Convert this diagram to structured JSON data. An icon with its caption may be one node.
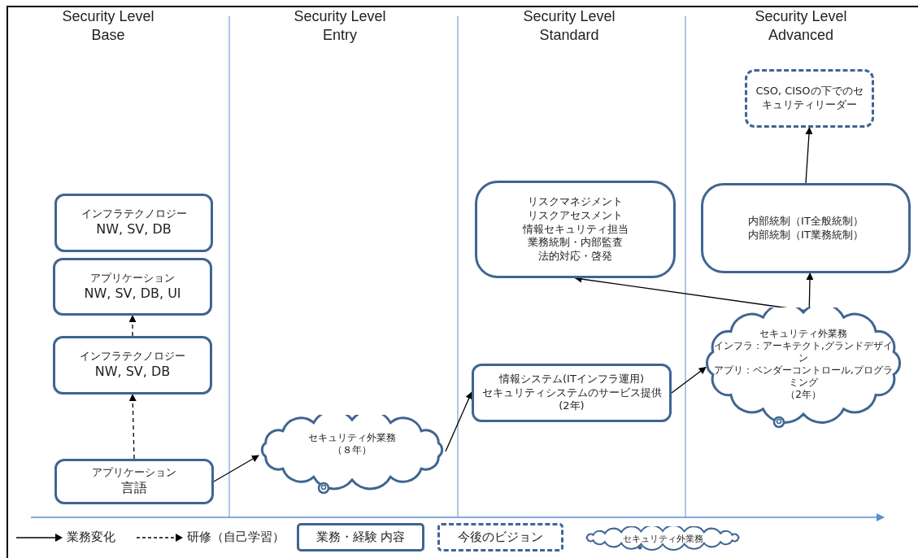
{
  "diagram": {
    "nodes": [
      {
        "text": [
          "インフラテクノロジー",
          "NW, SV, DB"
        ]
      },
      {
        "text": [
          "アプリケーション",
          "NW, SV, DB, UI"
        ]
      },
      {
        "text": [
          "インフラテクノロジー",
          "NW, SV, DB"
        ]
      },
      {
        "text": [
          "アプリケーション",
          "言語"
        ]
      },
      {
        "text": [
          "セキュリティ外業務",
          "（８年）"
        ]
      },
      {
        "text": [
          "情報システム(ITインフラ運用)",
          "セキュリティシステムのサービス提供(2年)"
        ]
      },
      {
        "text": [
          "リスクマネジメント",
          "リスクアセスメント",
          "情報セキュリティ担当",
          "業務統制・内部監査",
          "法的対応・啓発"
        ]
      },
      {
        "text": [
          "セキュリティ外業務",
          "インフラ：アーキテクト,グランドデザイン",
          "アプリ：ベンダーコントロール,プログラミング",
          "（2年）"
        ]
      },
      {
        "text": [
          "内部統制（IT全般統制）",
          "内部統制（IT業務統制）"
        ]
      },
      {
        "text": [
          "CSO, CISOの下でのセキュリティリーダー"
        ]
      }
    ],
    "edges": [
      {
        "from": 3,
        "to": 2,
        "arrow": "to",
        "style": "dashed"
      },
      {
        "from": 2,
        "to": 1,
        "arrow": "to",
        "style": "dashed"
      },
      {
        "from": 3,
        "to": 4,
        "arrow": "to"
      },
      {
        "from": 4,
        "to": 5,
        "arrow": "to"
      },
      {
        "from": 5,
        "to": 7,
        "arrow": "to"
      },
      {
        "from": 7,
        "to": 6,
        "arrow": "to"
      },
      {
        "from": 7,
        "to": 8,
        "arrow": "to"
      },
      {
        "from": 8,
        "to": 9,
        "arrow": "to"
      }
    ],
    "labels": [
      "Security Level Base",
      "Security Level Entry",
      "Security Level Standard",
      "Security Level Advanced"
    ],
    "legend": [
      {
        "text": "業務変化"
      },
      {
        "text": "研修（自己学習）"
      },
      {
        "text": "業務・経験 内容"
      },
      {
        "text": "今後のビジョン"
      },
      {
        "text": "セキュリティ外業務"
      }
    ]
  }
}
